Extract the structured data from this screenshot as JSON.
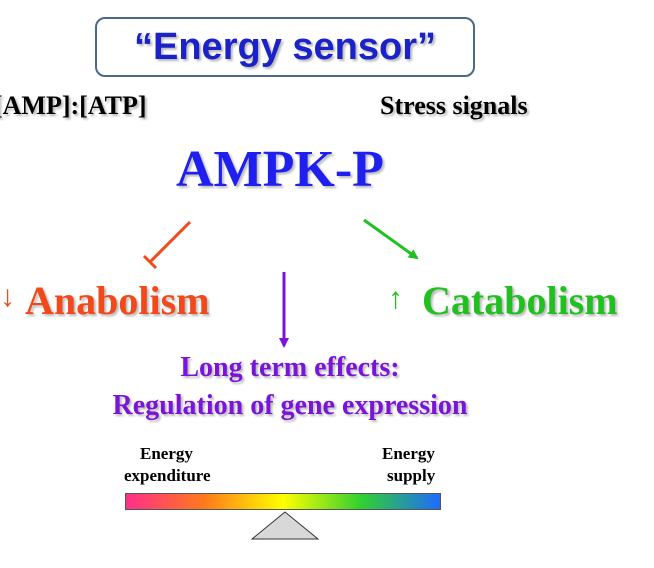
{
  "title": "“Energy sensor”",
  "inputs": {
    "left": "[AMP]:[ATP]",
    "right": "Stress signals"
  },
  "center": "AMPK-P",
  "outcomes": {
    "anabolism": {
      "label": "Anabolism",
      "indicator": "↓",
      "color": "#f2491a"
    },
    "catabolism": {
      "label": "Catabolism",
      "indicator": "↑",
      "color": "#20c020"
    }
  },
  "long_term": {
    "line1": "Long term effects:",
    "line2": "Regulation of gene expression",
    "color": "#7a14d8"
  },
  "balance": {
    "left_label_1": "Energy",
    "left_label_2": "expenditure",
    "right_label_1": "Energy",
    "right_label_2": "supply",
    "gradient_colors": [
      "#ff2f8a",
      "#ff7a1a",
      "#ffff00",
      "#30d030",
      "#1f6bff"
    ]
  },
  "colors": {
    "title_text": "#1a22c8",
    "center_text": "#1f1ff0",
    "title_border": "#4a6a8a"
  }
}
